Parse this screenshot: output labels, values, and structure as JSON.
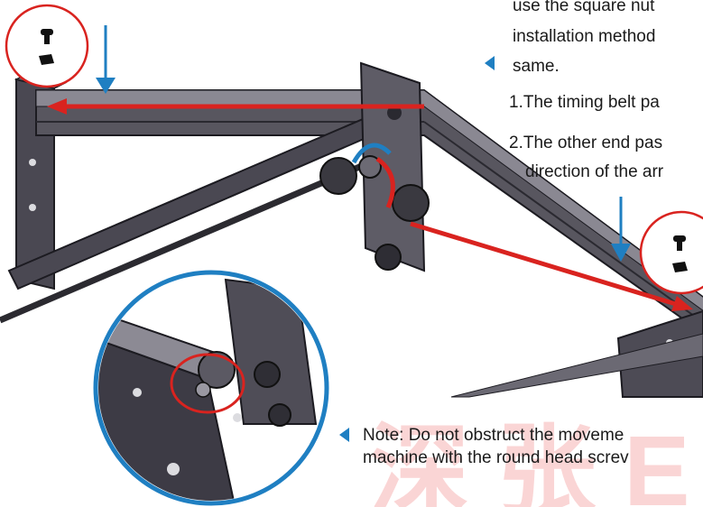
{
  "instructions": {
    "line1": "use the square nut",
    "line2": "installation method",
    "line3": "same.",
    "step1": "1.The timing belt pa",
    "step2a": "2.The other end pas",
    "step2b": "direction of the arr"
  },
  "note": {
    "line1": "Note: Do not obstruct the moveme",
    "line2": "machine with the round head screv"
  },
  "watermark": {
    "text": "深 张 E",
    "color": "#f7b3b3"
  },
  "colors": {
    "arrow_blue": "#1f7fc2",
    "belt_red": "#d9231f",
    "frame_dark": "#3d3b45"
  },
  "icons": [
    "screw-icon",
    "square-nut-icon",
    "down-arrow-icon",
    "pointer-triangle-icon"
  ]
}
